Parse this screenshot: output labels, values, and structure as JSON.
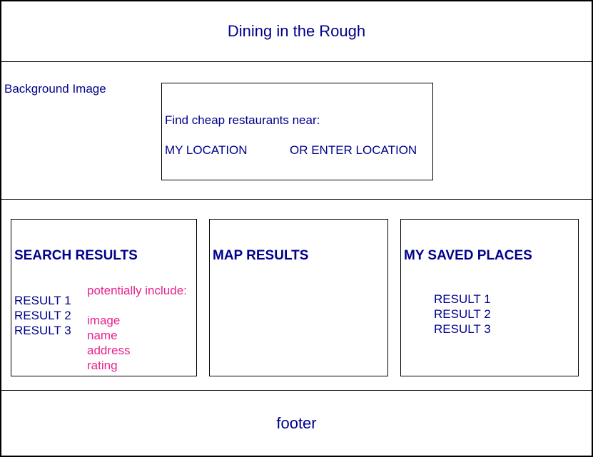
{
  "colors": {
    "navy": "#00008B",
    "pink": "#E8238C",
    "border": "#000000"
  },
  "header": {
    "title": "Dining in the Rough"
  },
  "hero": {
    "background_label": "Background Image",
    "prompt": "Find cheap restaurants near:",
    "my_location_label": "MY LOCATION",
    "enter_location_label": "OR ENTER LOCATION"
  },
  "panels": {
    "search": {
      "heading": "SEARCH RESULTS",
      "results": [
        "RESULT 1",
        "RESULT 2",
        "RESULT 3"
      ],
      "annotation": {
        "heading": "potentially include:",
        "items": [
          "image",
          "name",
          "address",
          "rating"
        ]
      }
    },
    "map": {
      "heading": "MAP RESULTS"
    },
    "saved": {
      "heading": "MY SAVED PLACES",
      "results": [
        "RESULT 1",
        "RESULT 2",
        "RESULT 3"
      ]
    }
  },
  "footer": {
    "label": "footer"
  }
}
